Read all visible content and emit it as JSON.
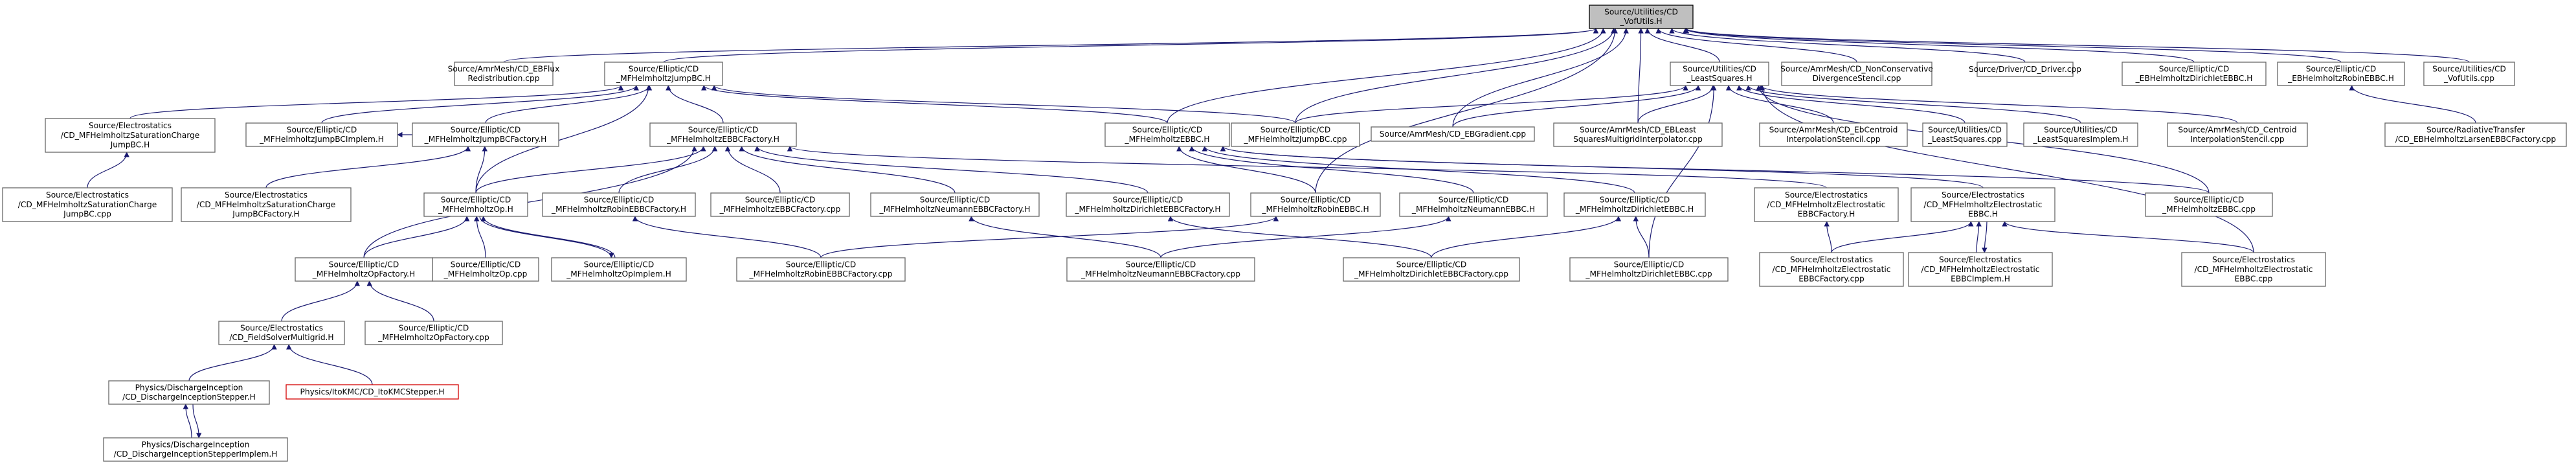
{
  "graph": {
    "nodes": [
      {
        "id": "root",
        "lines": [
          "Source/Utilities/CD",
          "_VofUtils.H"
        ],
        "root": true
      },
      {
        "id": "ebflux",
        "lines": [
          "Source/AmrMesh/CD_EBFlux",
          "Redistribution.cpp"
        ]
      },
      {
        "id": "jumpbc_h",
        "lines": [
          "Source/Elliptic/CD",
          "_MFHelmholtzJumpBC.H"
        ]
      },
      {
        "id": "leastsq_h",
        "lines": [
          "Source/Utilities/CD",
          "_LeastSquares.H"
        ]
      },
      {
        "id": "nonconsdiv",
        "lines": [
          "Source/AmrMesh/CD_NonConservative",
          "DivergenceStencil.cpp"
        ]
      },
      {
        "id": "driver_cpp",
        "lines": [
          "Source/Driver/CD_Driver.cpp"
        ]
      },
      {
        "id": "ebhelmdir_h",
        "lines": [
          "Source/Elliptic/CD",
          "_EBHelmholtzDirichletEBBC.H"
        ]
      },
      {
        "id": "ebhelmrobin_h",
        "lines": [
          "Source/Elliptic/CD",
          "_EBHelmholtzRobinEBBC.H"
        ]
      },
      {
        "id": "vofutils_cpp",
        "lines": [
          "Source/Utilities/CD",
          "_VofUtils.cpp"
        ]
      },
      {
        "id": "satjump_h",
        "lines": [
          "Source/Electrostatics",
          "/CD_MFHelmholtzSaturationCharge",
          "JumpBC.H"
        ]
      },
      {
        "id": "jumpbcimplem_h",
        "lines": [
          "Source/Elliptic/CD",
          "_MFHelmholtzJumpBCImplem.H"
        ]
      },
      {
        "id": "jumpbcfac_h",
        "lines": [
          "Source/Elliptic/CD",
          "_MFHelmholtzJumpBCFactory.H"
        ]
      },
      {
        "id": "ebbcfac_h",
        "lines": [
          "Source/Elliptic/CD",
          "_MFHelmholtzEBBCFactory.H"
        ]
      },
      {
        "id": "mfebbc_h",
        "lines": [
          "Source/Elliptic/CD",
          "_MFHelmholtzEBBC.H"
        ]
      },
      {
        "id": "jumpbc_cpp",
        "lines": [
          "Source/Elliptic/CD",
          "_MFHelmholtzJumpBC.cpp"
        ]
      },
      {
        "id": "ebgrad_cpp",
        "lines": [
          "Source/AmrMesh/CD_EBGradient.cpp"
        ]
      },
      {
        "id": "eblsmg_cpp",
        "lines": [
          "Source/AmrMesh/CD_EBLeast",
          "SquaresMultigridInterpolator.cpp"
        ]
      },
      {
        "id": "ebcentroid_cpp",
        "lines": [
          "Source/AmrMesh/CD_EbCentroid",
          "InterpolationStencil.cpp"
        ]
      },
      {
        "id": "leastsq_cpp",
        "lines": [
          "Source/Utilities/CD",
          "_LeastSquares.cpp"
        ]
      },
      {
        "id": "leastsqimplem_h",
        "lines": [
          "Source/Utilities/CD",
          "_LeastSquaresImplem.H"
        ]
      },
      {
        "id": "centroid_cpp",
        "lines": [
          "Source/AmrMesh/CD_Centroid",
          "InterpolationStencil.cpp"
        ]
      },
      {
        "id": "radtrans_cpp",
        "lines": [
          "Source/RadiativeTransfer",
          "/CD_EBHelmholtzLarsenEBBCFactory.cpp"
        ]
      },
      {
        "id": "satjump_cpp",
        "lines": [
          "Source/Electrostatics",
          "/CD_MFHelmholtzSaturationCharge",
          "JumpBC.cpp"
        ]
      },
      {
        "id": "satjumpfac_h",
        "lines": [
          "Source/Electrostatics",
          "/CD_MFHelmholtzSaturationCharge",
          "JumpBCFactory.H"
        ]
      },
      {
        "id": "mfop_h",
        "lines": [
          "Source/Elliptic/CD",
          "_MFHelmholtzOp.H"
        ]
      },
      {
        "id": "robinfac_h",
        "lines": [
          "Source/Elliptic/CD",
          "_MFHelmholtzRobinEBBCFactory.H"
        ]
      },
      {
        "id": "ebbcfac_cpp",
        "lines": [
          "Source/Elliptic/CD",
          "_MFHelmholtzEBBCFactory.cpp"
        ]
      },
      {
        "id": "neumannfac_h",
        "lines": [
          "Source/Elliptic/CD",
          "_MFHelmholtzNeumannEBBCFactory.H"
        ]
      },
      {
        "id": "dirfac_h",
        "lines": [
          "Source/Elliptic/CD",
          "_MFHelmholtzDirichletEBBCFactory.H"
        ]
      },
      {
        "id": "robin_h",
        "lines": [
          "Source/Elliptic/CD",
          "_MFHelmholtzRobinEBBC.H"
        ]
      },
      {
        "id": "neumann_h",
        "lines": [
          "Source/Elliptic/CD",
          "_MFHelmholtzNeumannEBBC.H"
        ]
      },
      {
        "id": "dir_h",
        "lines": [
          "Source/Elliptic/CD",
          "_MFHelmholtzDirichletEBBC.H"
        ]
      },
      {
        "id": "electrofac_h",
        "lines": [
          "Source/Electrostatics",
          "/CD_MFHelmholtzElectrostatic",
          "EBBCFactory.H"
        ]
      },
      {
        "id": "electro_h",
        "lines": [
          "Source/Electrostatics",
          "/CD_MFHelmholtzElectrostatic",
          "EBBC.H"
        ]
      },
      {
        "id": "mfebbc_cpp",
        "lines": [
          "Source/Elliptic/CD",
          "_MFHelmholtzEBBC.cpp"
        ]
      },
      {
        "id": "opfac_h",
        "lines": [
          "Source/Elliptic/CD",
          "_MFHelmholtzOpFactory.H"
        ]
      },
      {
        "id": "op_cpp",
        "lines": [
          "Source/Elliptic/CD",
          "_MFHelmholtzOp.cpp"
        ]
      },
      {
        "id": "opimplem_h",
        "lines": [
          "Source/Elliptic/CD",
          "_MFHelmholtzOpImplem.H"
        ]
      },
      {
        "id": "robinfac_cpp",
        "lines": [
          "Source/Elliptic/CD",
          "_MFHelmholtzRobinEBBCFactory.cpp"
        ]
      },
      {
        "id": "neumannfac_cpp",
        "lines": [
          "Source/Elliptic/CD",
          "_MFHelmholtzNeumannEBBCFactory.cpp"
        ]
      },
      {
        "id": "dirfac_cpp",
        "lines": [
          "Source/Elliptic/CD",
          "_MFHelmholtzDirichletEBBCFactory.cpp"
        ]
      },
      {
        "id": "dir_cpp",
        "lines": [
          "Source/Elliptic/CD",
          "_MFHelmholtzDirichletEBBC.cpp"
        ]
      },
      {
        "id": "electrofac_cpp",
        "lines": [
          "Source/Electrostatics",
          "/CD_MFHelmholtzElectrostatic",
          "EBBCFactory.cpp"
        ]
      },
      {
        "id": "electroimplem_h",
        "lines": [
          "Source/Electrostatics",
          "/CD_MFHelmholtzElectrostatic",
          "EBBCImplem.H"
        ]
      },
      {
        "id": "electro_cpp",
        "lines": [
          "Source/Electrostatics",
          "/CD_MFHelmholtzElectrostatic",
          "EBBC.cpp"
        ]
      },
      {
        "id": "fieldsolver_h",
        "lines": [
          "Source/Electrostatics",
          "/CD_FieldSolverMultigrid.H"
        ]
      },
      {
        "id": "opfac_cpp",
        "lines": [
          "Source/Elliptic/CD",
          "_MFHelmholtzOpFactory.cpp"
        ]
      },
      {
        "id": "discharge_h",
        "lines": [
          "Physics/DischargeInception",
          "/CD_DischargeInceptionStepper.H"
        ]
      },
      {
        "id": "itokmc_h",
        "lines": [
          "Physics/ItoKMC/CD_ItoKMCStepper.H"
        ],
        "red": true
      },
      {
        "id": "dischargeimplem_h",
        "lines": [
          "Physics/DischargeInception",
          "/CD_DischargeInceptionStepperImplem.H"
        ]
      }
    ],
    "edges": [
      [
        "ebflux",
        "root"
      ],
      [
        "jumpbc_h",
        "root"
      ],
      [
        "leastsq_h",
        "root"
      ],
      [
        "nonconsdiv",
        "root"
      ],
      [
        "driver_cpp",
        "root"
      ],
      [
        "ebhelmdir_h",
        "root"
      ],
      [
        "ebhelmrobin_h",
        "root"
      ],
      [
        "vofutils_cpp",
        "root"
      ],
      [
        "mfebbc_h",
        "root"
      ],
      [
        "jumpbc_cpp",
        "root"
      ],
      [
        "ebgrad_cpp",
        "root"
      ],
      [
        "eblsmg_cpp",
        "root"
      ],
      [
        "robin_h",
        "root"
      ],
      [
        "satjump_h",
        "jumpbc_h"
      ],
      [
        "jumpbcimplem_h",
        "jumpbc_h"
      ],
      [
        "jumpbcfac_h",
        "jumpbc_h"
      ],
      [
        "ebbcfac_h",
        "jumpbc_h"
      ],
      [
        "mfebbc_h",
        "jumpbc_h"
      ],
      [
        "jumpbc_cpp",
        "jumpbc_h"
      ],
      [
        "mfop_h",
        "jumpbc_h"
      ],
      [
        "jumpbc_cpp",
        "leastsq_h"
      ],
      [
        "ebgrad_cpp",
        "leastsq_h"
      ],
      [
        "eblsmg_cpp",
        "leastsq_h"
      ],
      [
        "ebcentroid_cpp",
        "leastsq_h"
      ],
      [
        "leastsq_cpp",
        "leastsq_h"
      ],
      [
        "leastsqimplem_h",
        "leastsq_h"
      ],
      [
        "centroid_cpp",
        "leastsq_h"
      ],
      [
        "mfebbc_cpp",
        "leastsq_h"
      ],
      [
        "electro_cpp",
        "leastsq_h"
      ],
      [
        "dir_cpp",
        "leastsq_h"
      ],
      [
        "radtrans_cpp",
        "ebhelmrobin_h"
      ],
      [
        "satjump_cpp",
        "satjump_h"
      ],
      [
        "jumpbcfac_h",
        "jumpbcimplem_h"
      ],
      [
        "satjumpfac_h",
        "jumpbcfac_h"
      ],
      [
        "mfop_h",
        "jumpbcfac_h"
      ],
      [
        "mfop_h",
        "ebbcfac_h"
      ],
      [
        "robinfac_h",
        "ebbcfac_h"
      ],
      [
        "ebbcfac_cpp",
        "ebbcfac_h"
      ],
      [
        "neumannfac_h",
        "ebbcfac_h"
      ],
      [
        "dirfac_h",
        "ebbcfac_h"
      ],
      [
        "electrofac_h",
        "ebbcfac_h"
      ],
      [
        "opfac_h",
        "ebbcfac_h"
      ],
      [
        "robin_h",
        "mfebbc_h"
      ],
      [
        "neumann_h",
        "mfebbc_h"
      ],
      [
        "dir_h",
        "mfebbc_h"
      ],
      [
        "electro_h",
        "mfebbc_h"
      ],
      [
        "mfebbc_cpp",
        "mfebbc_h"
      ],
      [
        "opfac_h",
        "mfop_h"
      ],
      [
        "op_cpp",
        "mfop_h"
      ],
      [
        "opimplem_h",
        "mfop_h"
      ],
      [
        "mfop_h",
        "opimplem_h"
      ],
      [
        "robinfac_cpp",
        "robinfac_h"
      ],
      [
        "neumannfac_cpp",
        "neumannfac_h"
      ],
      [
        "dirfac_cpp",
        "dirfac_h"
      ],
      [
        "robinfac_cpp",
        "robin_h"
      ],
      [
        "neumannfac_cpp",
        "neumann_h"
      ],
      [
        "dirfac_cpp",
        "dir_h"
      ],
      [
        "dir_cpp",
        "dir_h"
      ],
      [
        "electrofac_cpp",
        "electrofac_h"
      ],
      [
        "electrofac_cpp",
        "electro_h"
      ],
      [
        "electroimplem_h",
        "electro_h"
      ],
      [
        "electro_h",
        "electroimplem_h"
      ],
      [
        "electro_cpp",
        "electro_h"
      ],
      [
        "fieldsolver_h",
        "opfac_h"
      ],
      [
        "opfac_cpp",
        "opfac_h"
      ],
      [
        "discharge_h",
        "fieldsolver_h"
      ],
      [
        "itokmc_h",
        "fieldsolver_h"
      ],
      [
        "dischargeimplem_h",
        "discharge_h"
      ],
      [
        "discharge_h",
        "dischargeimplem_h"
      ]
    ]
  }
}
